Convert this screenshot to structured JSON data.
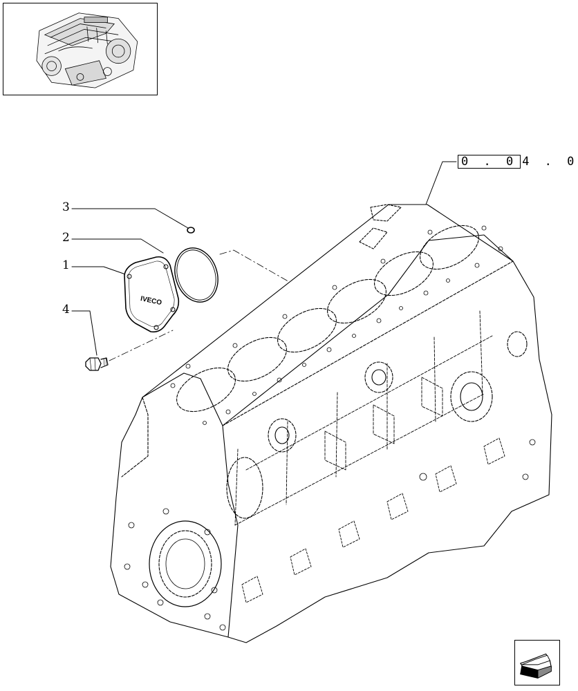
{
  "thumbnail": {
    "icon": "engine-thumbnail-icon"
  },
  "reference": {
    "boxed": "0 . 0",
    "rest": "4 . 0"
  },
  "callouts": {
    "c1": "1",
    "c2": "2",
    "c3": "3",
    "c4": "4"
  },
  "cover_logo": "IVECO",
  "navigation": {
    "icon": "back-arrow-icon"
  },
  "colors": {
    "line": "#000000",
    "background": "#ffffff"
  }
}
